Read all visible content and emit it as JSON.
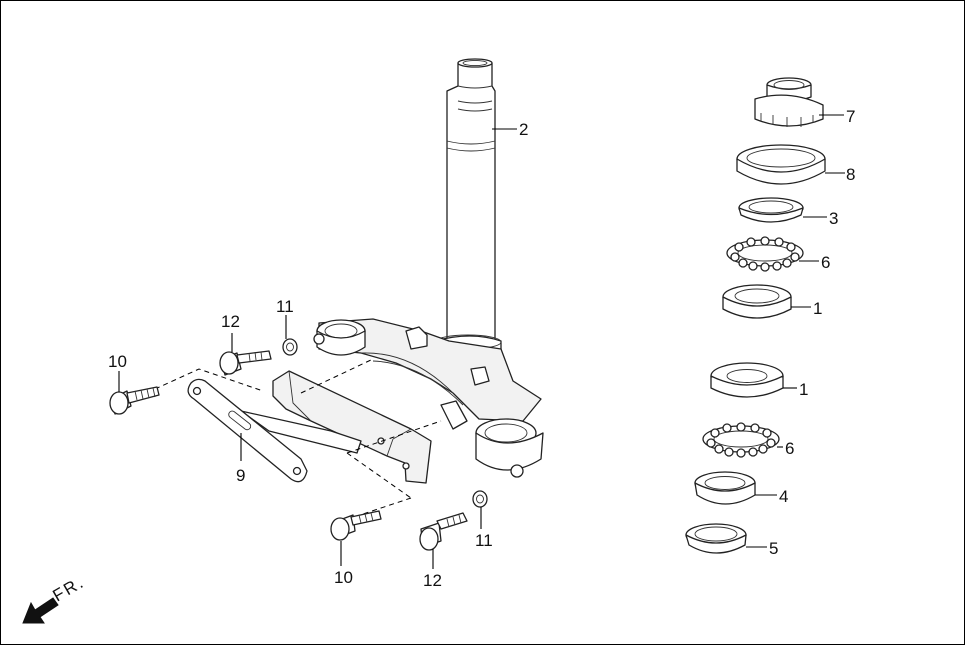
{
  "direction_label": "FR.",
  "callouts": {
    "c1a": "1",
    "c1b": "1",
    "c2": "2",
    "c3": "3",
    "c4": "4",
    "c5": "5",
    "c6a": "6",
    "c6b": "6",
    "c7": "7",
    "c8": "8",
    "c9": "9",
    "c10a": "10",
    "c10b": "10",
    "c11a": "11",
    "c11b": "11",
    "c12a": "12",
    "c12b": "12"
  }
}
